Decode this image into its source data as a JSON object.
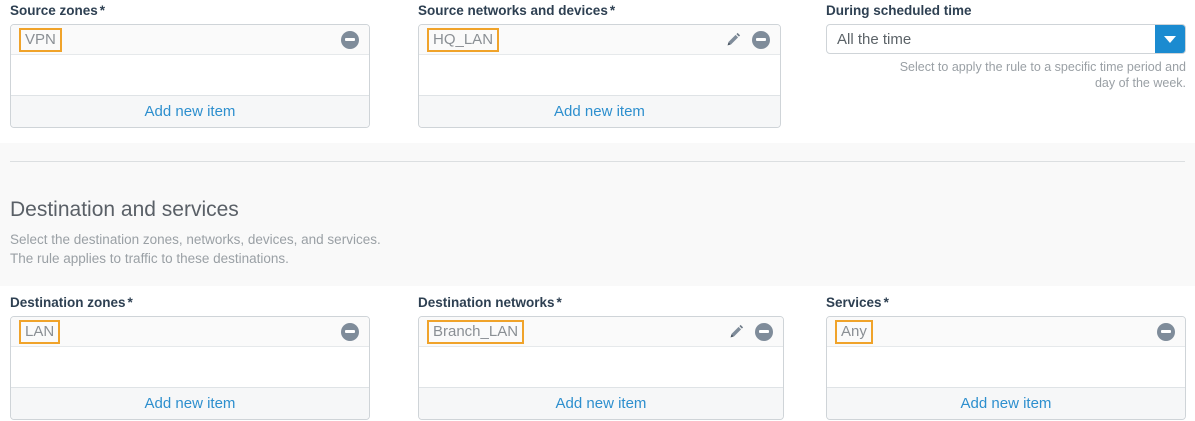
{
  "top_row": {
    "source_zones": {
      "label": "Source zones",
      "required_marker": "*",
      "items": [
        {
          "text": "VPN",
          "has_edit": false,
          "remove_icon": "remove-circle-icon"
        }
      ],
      "add_label": "Add new item"
    },
    "source_networks": {
      "label": "Source networks and devices",
      "required_marker": "*",
      "items": [
        {
          "text": "HQ_LAN",
          "has_edit": true,
          "edit_icon": "pencil-icon",
          "remove_icon": "remove-circle-icon"
        }
      ],
      "add_label": "Add new item"
    },
    "scheduled_time": {
      "label": "During scheduled time",
      "required_marker": "",
      "value": "All the time",
      "arrow_icon": "chevron-down-icon",
      "hint_line1": "Select to apply the rule to a specific time period and",
      "hint_line2": "day of the week."
    }
  },
  "section": {
    "title": "Destination and services",
    "desc_line1": "Select the destination zones, networks, devices, and services.",
    "desc_line2": "The rule applies to traffic to these destinations."
  },
  "bottom_row": {
    "destination_zones": {
      "label": "Destination zones",
      "required_marker": "*",
      "items": [
        {
          "text": "LAN",
          "has_edit": false,
          "remove_icon": "remove-circle-icon"
        }
      ],
      "add_label": "Add new item"
    },
    "destination_networks": {
      "label": "Destination networks",
      "required_marker": "*",
      "items": [
        {
          "text": "Branch_LAN",
          "has_edit": true,
          "edit_icon": "pencil-icon",
          "remove_icon": "remove-circle-icon"
        }
      ],
      "add_label": "Add new item"
    },
    "services": {
      "label": "Services",
      "required_marker": "*",
      "items": [
        {
          "text": "Any",
          "has_edit": false,
          "remove_icon": "remove-circle-icon"
        }
      ],
      "add_label": "Add new item"
    }
  },
  "colors": {
    "accent_blue": "#1b8bd0",
    "link_blue": "#2d8fce",
    "highlight_orange": "#f0a32a",
    "label_dark": "#2e4052",
    "muted_gray": "#9aa0a5",
    "icon_gray": "#7f8c9a",
    "band_bg": "#f9f9f9"
  }
}
